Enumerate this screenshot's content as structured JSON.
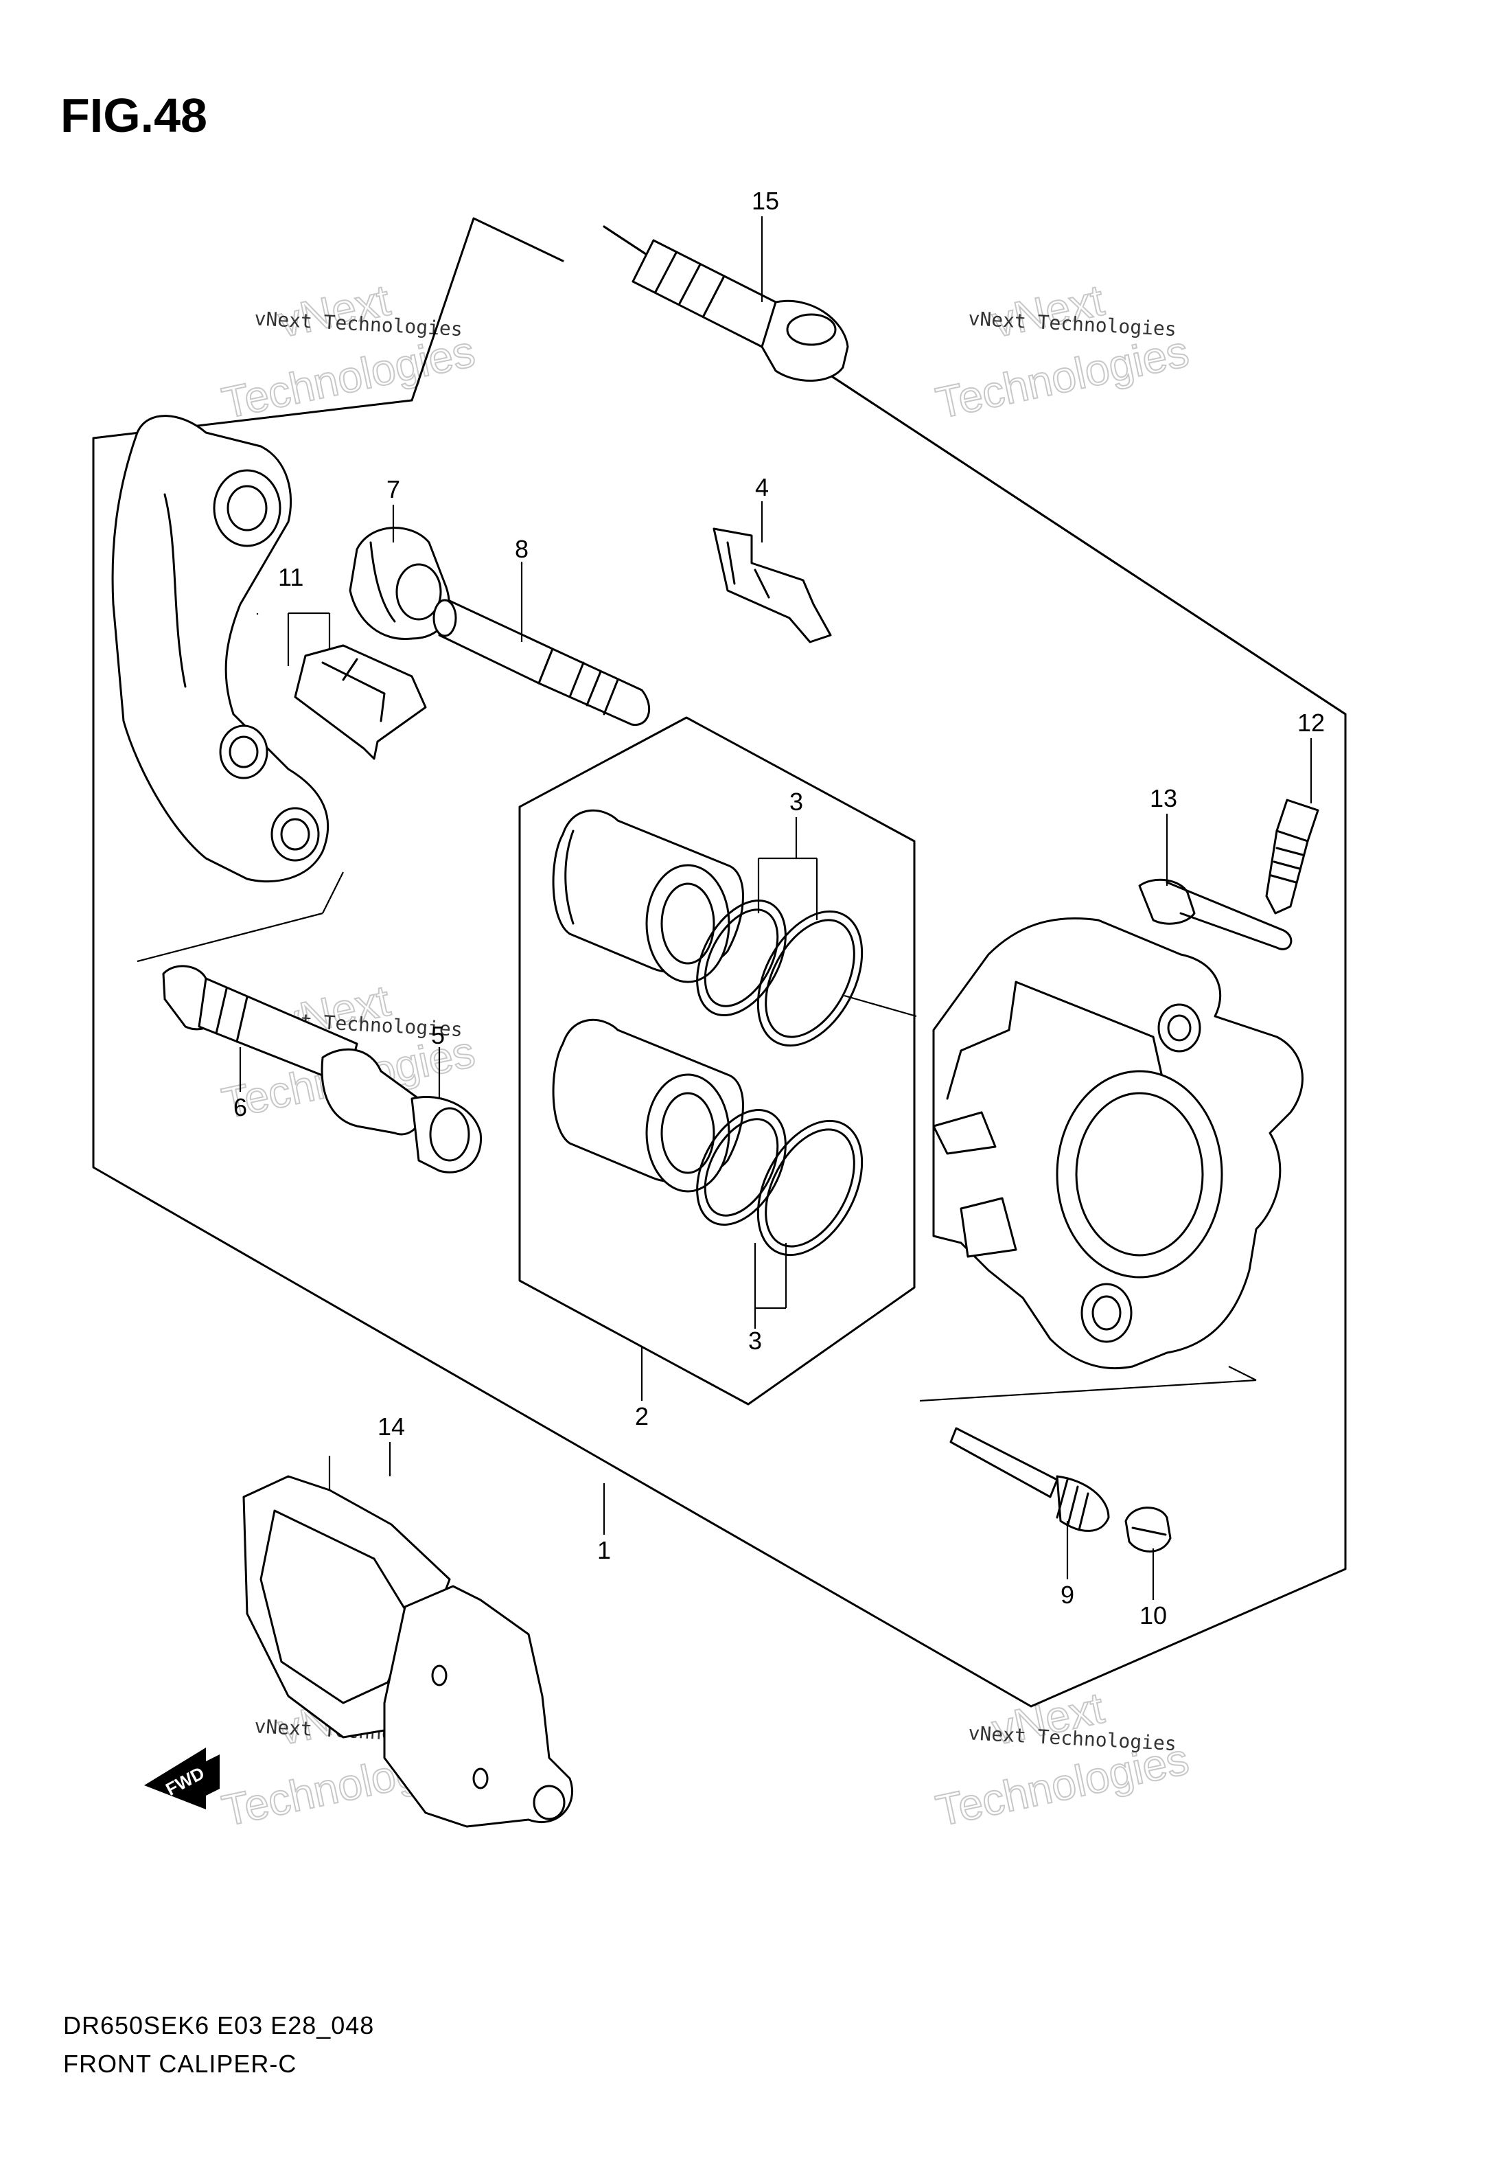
{
  "figure": {
    "title": "FIG.48"
  },
  "footer": {
    "model_code": "DR650SEK6 E03 E28_048",
    "section_name": "FRONT CALIPER-C"
  },
  "callouts": {
    "c1": "1",
    "c2": "2",
    "c3a": "3",
    "c3b": "3",
    "c4": "4",
    "c5": "5",
    "c6": "6",
    "c7": "7",
    "c8": "8",
    "c9": "9",
    "c10": "10",
    "c11": "11",
    "c12": "12",
    "c13": "13",
    "c14": "14",
    "c15": "15"
  },
  "watermark": {
    "line1": "vNext Technologies",
    "brand": "vNext",
    "word": "Technologies"
  },
  "fwd_label": "FWD"
}
